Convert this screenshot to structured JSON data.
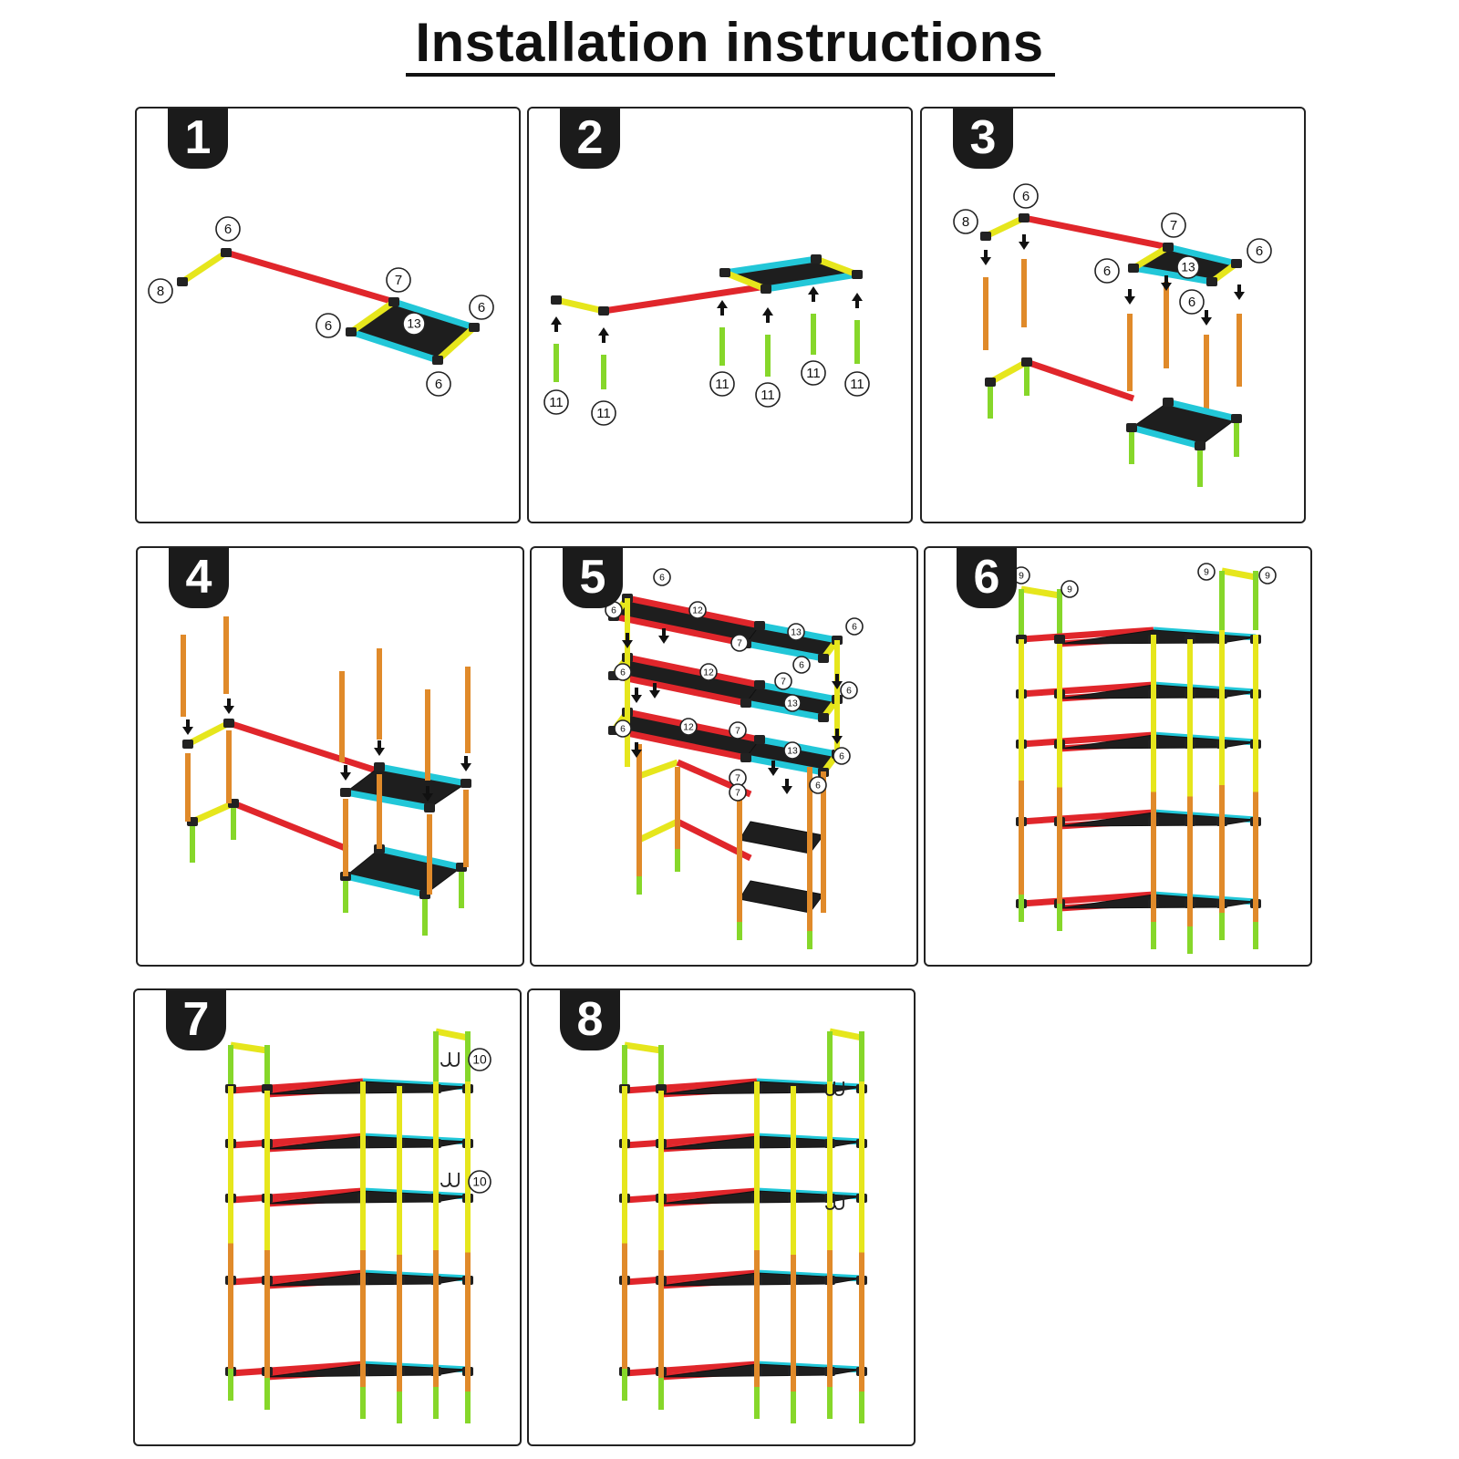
{
  "title": "Installation instructions",
  "colors": {
    "red": "#e0262b",
    "yellow": "#e6e61c",
    "cyan": "#22c7d8",
    "orange": "#e08a2a",
    "green": "#86d72a",
    "dark": "#222222"
  },
  "steps": [
    {
      "number": "1",
      "labels": [
        "6",
        "8",
        "7",
        "6",
        "6",
        "6",
        "13"
      ]
    },
    {
      "number": "2",
      "labels": [
        "11",
        "11",
        "11",
        "11",
        "11",
        "11"
      ]
    },
    {
      "number": "3",
      "labels": [
        "6",
        "8",
        "7",
        "6",
        "6",
        "6",
        "13"
      ]
    },
    {
      "number": "4",
      "labels": []
    },
    {
      "number": "5",
      "labels": [
        "6",
        "6",
        "12",
        "7",
        "13",
        "6",
        "7",
        "6",
        "6",
        "12",
        "7",
        "13",
        "6",
        "6",
        "12",
        "7",
        "13",
        "6",
        "7",
        "6"
      ]
    },
    {
      "number": "6",
      "labels": [
        "9",
        "9",
        "9",
        "9"
      ]
    },
    {
      "number": "7",
      "labels": [
        "10",
        "10"
      ]
    },
    {
      "number": "8",
      "labels": []
    }
  ]
}
